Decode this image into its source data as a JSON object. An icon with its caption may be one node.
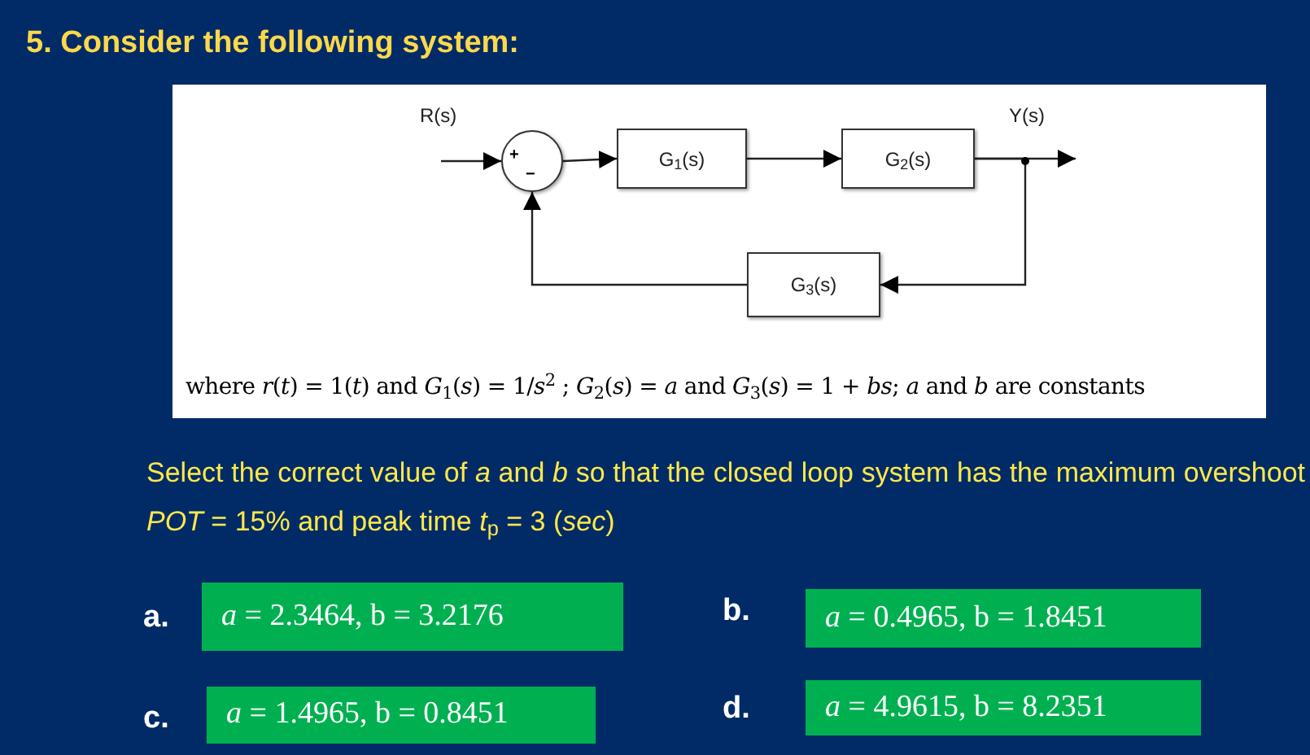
{
  "diagram": {
    "title": "5. Consider the following system:",
    "nodes": [
      {
        "text": [
          "where *r*(*t*) = 1(*t*) and *G*$_{1}$(*s*) = 1/*s*$^{2}$ ; *G*$_{2}$(*s*) = *a* and *G*$_{3}$(*s*) = 1 + *bs*; *a* and *b* are constants"
        ]
      },
      {
        "text": [
          "+",
          "−"
        ],
        "in": 0
      },
      {
        "text": [
          "G$_{1}$(s)"
        ],
        "in": 0
      },
      {
        "text": [
          "G$_{2}$(s)"
        ],
        "in": 0
      },
      {
        "text": [
          "G$_{3}$(s)"
        ],
        "in": 0
      },
      {
        "text": [
          "*a* = 2.3464, b = 3.2176"
        ],
        "beside": [
          "a."
        ]
      },
      {
        "text": [
          "*a* = 0.4965, b = 1.8451"
        ],
        "beside": [
          "b."
        ]
      },
      {
        "text": [
          "*a* = 1.4965, b = 0.8451"
        ],
        "beside": [
          "c."
        ]
      },
      {
        "text": [
          "*a* = 4.9615, b = 8.2351"
        ],
        "beside": [
          "d."
        ]
      }
    ],
    "edges": [
      {
        "from": null,
        "to": 1,
        "arrow": "to"
      },
      {
        "from": 1,
        "to": 2,
        "arrow": "to"
      },
      {
        "from": 2,
        "to": 3,
        "arrow": "to"
      },
      {
        "from": 3,
        "to": null,
        "arrow": "to"
      },
      {
        "from": 3,
        "to": 4,
        "arrow": "to"
      },
      {
        "from": 4,
        "to": 1,
        "arrow": "to"
      }
    ],
    "labels": [
      "R(s)",
      "Y(s)",
      "Select the correct value of *a* and *b* so that the closed loop system has the maximum overshoot *POT* = 15% and peak time *t*$_{p}$ = 3 (*sec*)"
    ]
  }
}
